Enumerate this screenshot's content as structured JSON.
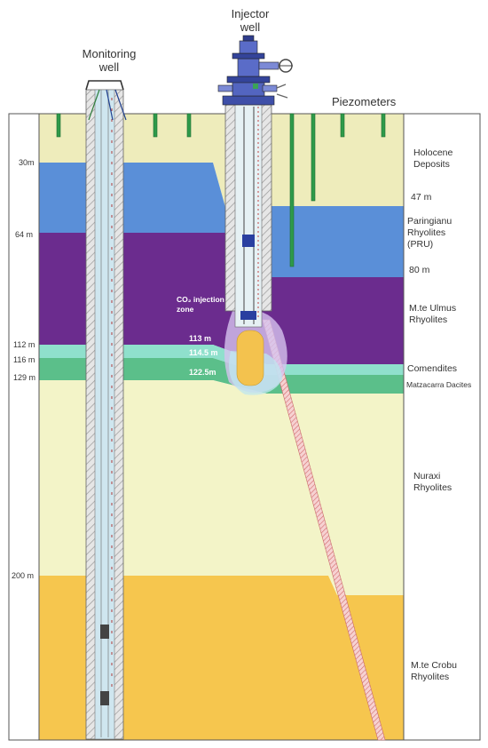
{
  "titles": {
    "injector": [
      "Injector",
      "well"
    ],
    "monitoring": [
      "Monitoring",
      "well"
    ],
    "piezometers": "Piezometers"
  },
  "depth_marks": [
    "30m",
    "64 m",
    "112 m",
    "116 m",
    "129 m",
    "200 m"
  ],
  "unit_labels": {
    "holocene": [
      "Holocene",
      "Deposits"
    ],
    "holocene_base": "47 m",
    "paringianu": [
      "Paringianu",
      "Rhyolites",
      "(PRU)"
    ],
    "paringianu_base": "80 m",
    "ulmus": [
      "M.te Ulmus",
      "Rhyolites"
    ],
    "comendites": "Comendites",
    "matzacarra": "Matzacarra Dacites",
    "nuraxi": [
      "Nuraxi",
      "Rhyolites"
    ],
    "crobu": [
      "M.te Crobu",
      "Rhyolites"
    ]
  },
  "injection_zone": {
    "line1": "CO₂ injection",
    "line2": "zone"
  },
  "injection_depths": [
    "113 m",
    "114.5 m",
    "122.5m"
  ],
  "colors": {
    "holocene": "#eeecbb",
    "paringianu": "#5a8fd8",
    "ulmus": "#6b2c8e",
    "comendites": "#8fe0cc",
    "matzacarra": "#5bbf8a",
    "nuraxi": "#f3f4c8",
    "crobu": "#f6c64e",
    "well_casing": "#c9c9c9",
    "well_bore": "#cfe6ef",
    "piezometer": "#2e9a4a",
    "plume": "#c9a8e8",
    "deviated_borehole": "#e8a6a6"
  }
}
